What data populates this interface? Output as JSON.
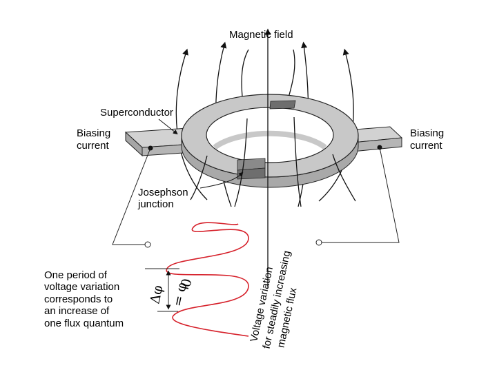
{
  "labels": {
    "magnetic_field": "Magnetic field",
    "superconductor": "Superconductor",
    "biasing_left_1": "Biasing",
    "biasing_left_2": "current",
    "biasing_right_1": "Biasing",
    "biasing_right_2": "current",
    "josephson_1": "Josephson",
    "josephson_2": "junction",
    "period_1": "One period of",
    "period_2": "voltage variation",
    "period_3": "corresponds to",
    "period_4": "an increase of",
    "period_5": "one flux quantum",
    "delta_phi": "Δφ",
    "eq_phi0": "= φ",
    "phi0_sub": "0",
    "voltage_1": "Voltage variation",
    "voltage_2": "for steadily increasing",
    "voltage_3": "magnetic flux"
  },
  "colors": {
    "ring_top": "#c8c8c8",
    "ring_side": "#a9a9a9",
    "junction": "#6e6e6e",
    "wave": "#d6202a",
    "lines": "#111111"
  },
  "icons": [
    "arrowhead-icon",
    "terminal-dot-icon",
    "terminal-circle-icon"
  ]
}
